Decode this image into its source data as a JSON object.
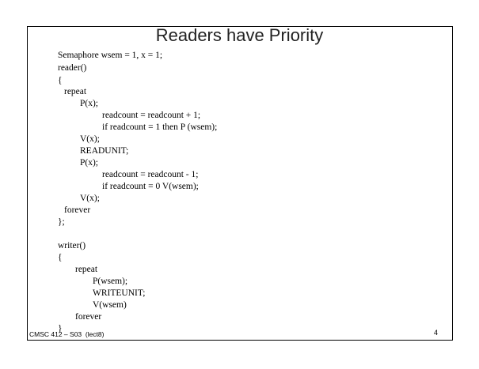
{
  "slide": {
    "title": "Readers have Priority",
    "footer_left": "CMSC 412 – S03  (lect8)",
    "page_number": "4"
  },
  "code_lines": [
    "Semaphore wsem = 1, x = 1;",
    "reader()",
    "{",
    "repeat",
    "P(x);",
    "readcount = readcount + 1;",
    "if readcount = 1 then P (wsem);",
    "V(x);",
    "READUNIT;",
    "P(x);",
    "readcount = readcount - 1;",
    "if readcount = 0 V(wsem);",
    "V(x);",
    "forever",
    "};",
    "",
    "writer()",
    "{",
    "repeat",
    "P(wsem);",
    "WRITEUNIT;",
    "V(wsem)",
    "forever",
    "}"
  ]
}
